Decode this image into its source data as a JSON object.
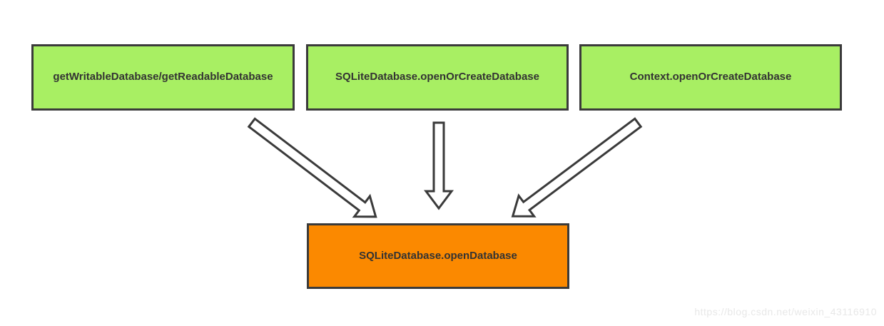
{
  "diagram": {
    "nodes": [
      {
        "id": "getWritableDatabase",
        "label": "getWritableDatabase/getReadableDatabase",
        "fill": "#a8ef63"
      },
      {
        "id": "sqliteOpenOrCreateDatabase",
        "label": "SQLiteDatabase.openOrCreateDatabase",
        "fill": "#a8ef63"
      },
      {
        "id": "contextOpenOrCreateDatabase",
        "label": "Context.openOrCreateDatabase",
        "fill": "#a8ef63"
      },
      {
        "id": "sqliteOpenDatabase",
        "label": "SQLiteDatabase.openDatabase",
        "fill": "#fb8900"
      }
    ],
    "edges": [
      {
        "from": "getWritableDatabase/getReadableDatabase",
        "to": "SQLiteDatabase.openDatabase"
      },
      {
        "from": "SQLiteDatabase.openOrCreateDatabase",
        "to": "SQLiteDatabase.openDatabase"
      },
      {
        "from": "Context.openOrCreateDatabase",
        "to": "SQLiteDatabase.openDatabase"
      }
    ],
    "colors": {
      "node_green": "#a8ef63",
      "node_orange": "#fb8900",
      "border": "#3a3a3a",
      "arrow_fill": "#ffffff",
      "text": "#333333"
    }
  },
  "watermark": {
    "text": "https://blog.csdn.net/weixin_43116910",
    "color": "#e8e8e8"
  }
}
